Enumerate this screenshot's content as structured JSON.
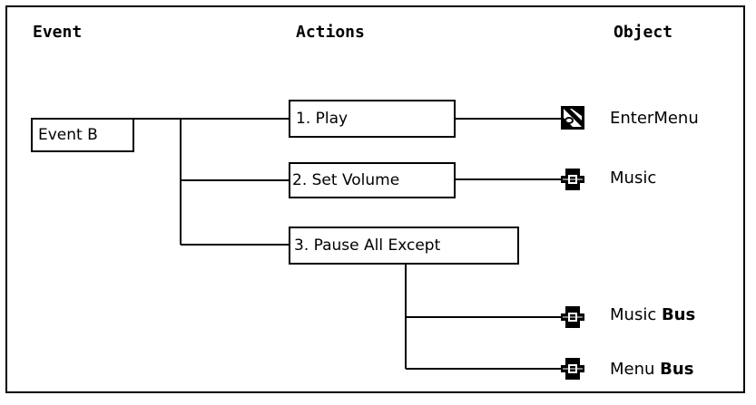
{
  "headers": {
    "event": "Event",
    "actions": "Actions",
    "object": "Object"
  },
  "event_box": "Event B",
  "actions": [
    "1. Play",
    "2. Set Volume",
    "3. Pause All Except"
  ],
  "objects": [
    {
      "label": "EnterMenu",
      "icon": "sound-object-icon"
    },
    {
      "label": "Music",
      "icon": "bus-icon"
    },
    {
      "label": "Music",
      "suffix": "Bus",
      "icon": "bus-icon"
    },
    {
      "label": "Menu",
      "suffix": "Bus",
      "icon": "bus-icon"
    }
  ]
}
